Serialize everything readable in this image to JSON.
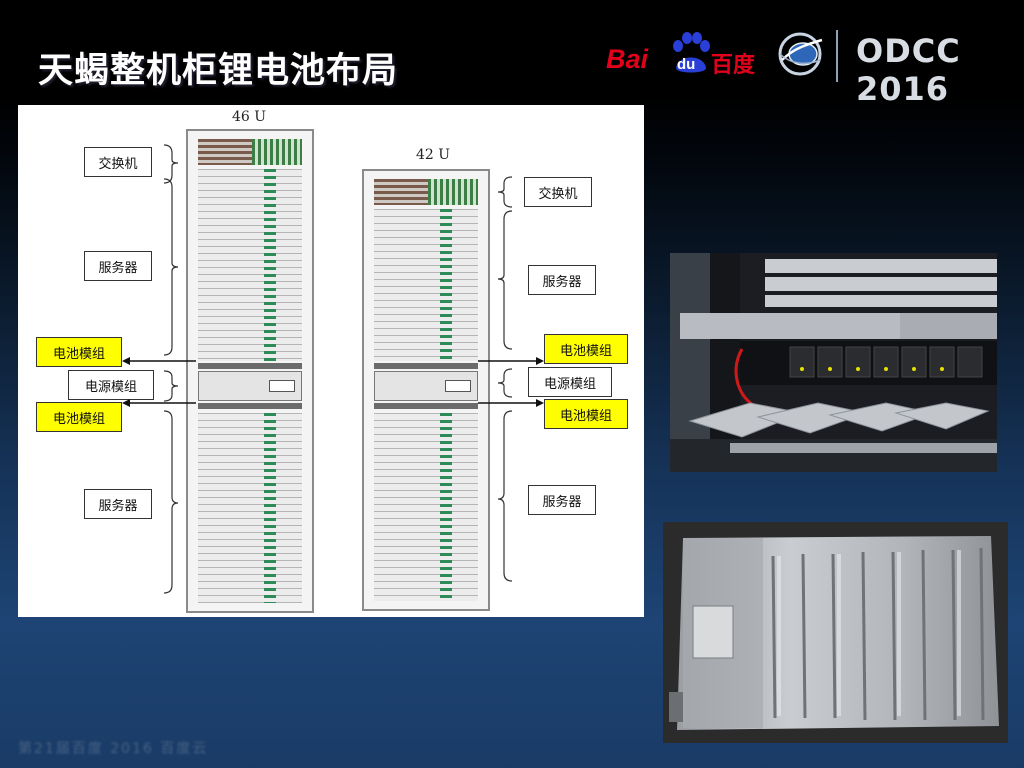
{
  "slide": {
    "title": "天蝎整机柜锂电池布局",
    "footer": "第21届百度 2016 百度云"
  },
  "logos": {
    "baidu": {
      "bai": "Bai",
      "du": "du",
      "chinese": "百度",
      "color": "#e3001b"
    },
    "odcc": "ODCC 2016"
  },
  "diagram": {
    "rack_left": {
      "label": "46 U",
      "callouts": {
        "switch": "交换机",
        "server_top": "服务器",
        "battery_top": "电池模组",
        "power": "电源模组",
        "battery_bottom": "电池模组",
        "server_bottom": "服务器"
      }
    },
    "rack_right": {
      "label": "42 U",
      "callouts": {
        "switch": "交换机",
        "server_top": "服务器",
        "battery_top": "电池模组",
        "power": "电源模组",
        "battery_bottom": "电池模组",
        "server_bottom": "服务器"
      }
    },
    "highlight_color": "#ffff00"
  },
  "photos": {
    "top": {
      "subject": "rack-power-shelf-with-battery-modules"
    },
    "bottom": {
      "subject": "lithium-battery-module-enclosure"
    }
  }
}
